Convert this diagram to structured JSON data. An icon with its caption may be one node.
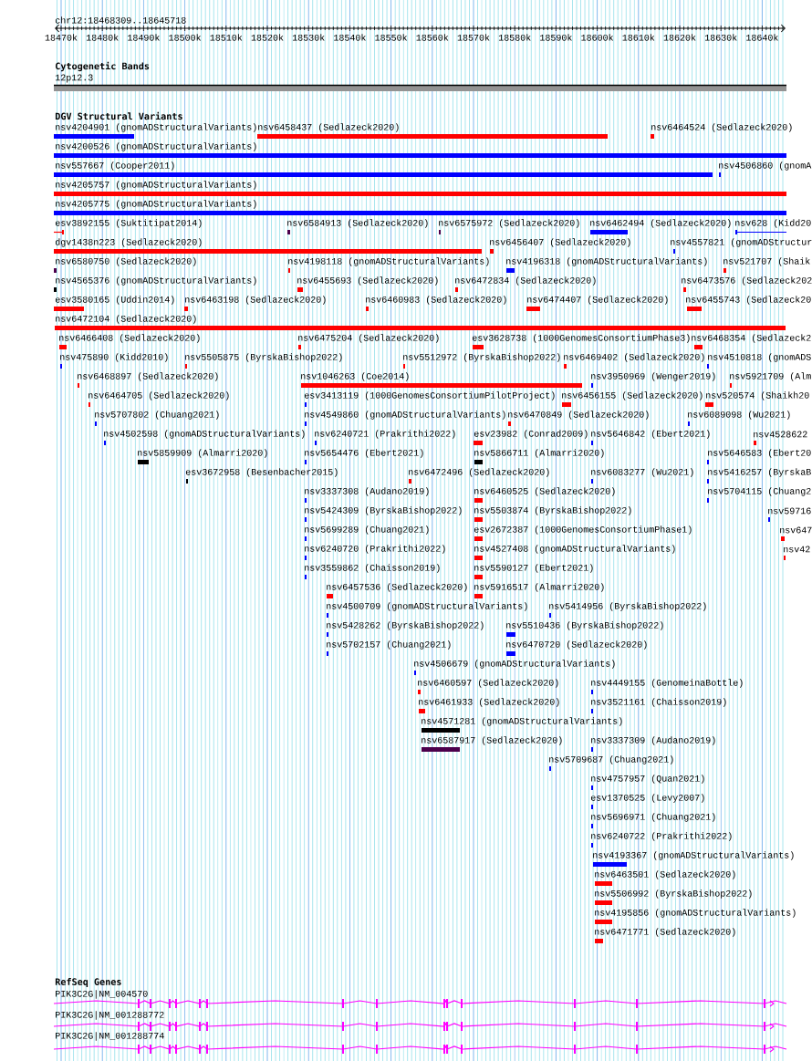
{
  "diagram": {
    "labels": [
      "chr12:18468309..18645718",
      "18470k",
      "18480k",
      "18490k",
      "18500k",
      "18510k",
      "18520k",
      "18530k",
      "18540k",
      "18550k",
      "18560k",
      "18570k",
      "18580k",
      "18590k",
      "18600k",
      "18610k",
      "18620k",
      "18630k",
      "18640k",
      "Cytogenetic Bands",
      "12p12.3",
      "DGV Structural Variants",
      "nsv4204901 (gnomADStructuralVariants)",
      "nsv6458437 (Sedlazeck2020)",
      "nsv6464524 (Sedlazeck2020)",
      "nsv4200526 (gnomADStructuralVariants)",
      "nsv557667 (Cooper2011)",
      "nsv4506860 (gnomA",
      "nsv4205757 (gnomADStructuralVariants)",
      "nsv4205775 (gnomADStructuralVariants)",
      "esv3892155 (Suktitipat2014)",
      "nsv6584913 (Sedlazeck2020)",
      "nsv6575972 (Sedlazeck2020)",
      "nsv6462494 (Sedlazeck2020)",
      "nsv628 (Kidd20",
      "dgv1438n223 (Sedlazeck2020)",
      "nsv6456407 (Sedlazeck2020)",
      "nsv4557821 (gnomADStructur",
      "nsv6580750 (Sedlazeck2020)",
      "nsv4198118 (gnomADStructuralVariants)",
      "nsv4196318 (gnomADStructuralVariants)",
      "nsv521707 (Shaik",
      "nsv4565376 (gnomADStructuralVariants)",
      "nsv6455693 (Sedlazeck2020)",
      "nsv6472834 (Sedlazeck2020)",
      "nsv6473576 (Sedlazeck202",
      "esv3580165 (Uddin2014)",
      "nsv6463198 (Sedlazeck2020)",
      "nsv6460983 (Sedlazeck2020)",
      "nsv6474407 (Sedlazeck2020)",
      "nsv6455743 (Sedlazeck20",
      "nsv6472104 (Sedlazeck2020)",
      "nsv6466408 (Sedlazeck2020)",
      "nsv6475204 (Sedlazeck2020)",
      "esv3628738 (1000GenomesConsortiumPhase3)",
      "nsv6468354 (Sedlazeck2",
      "nsv475890 (Kidd2010)",
      "nsv5505875 (ByrskaBishop2022)",
      "nsv5512972 (ByrskaBishop2022)",
      "nsv6469402 (Sedlazeck2020)",
      "nsv4510818 (gnomADS",
      "nsv6468897 (Sedlazeck2020)",
      "nsv1046263 (Coe2014)",
      "nsv3950969 (Wenger2019)",
      "nsv5921709 (Alm",
      "nsv6464705 (Sedlazeck2020)",
      "esv3413119 (1000GenomesConsortiumPilotProject)",
      "nsv6456155 (Sedlazeck2020)",
      "nsv520574 (Shaikh20",
      "nsv5707802 (Chuang2021)",
      "nsv4549860 (gnomADStructuralVariants)",
      "nsv6470849 (Sedlazeck2020)",
      "nsv6089098 (Wu2021)",
      "nsv4502598 (gnomADStructuralVariants)",
      "nsv6240721 (Prakrithi2022)",
      "esv23982 (Conrad2009)",
      "nsv5646842 (Ebert2021)",
      "nsv4528622",
      "nsv5859909 (Almarri2020)",
      "nsv5654476 (Ebert2021)",
      "nsv5866711 (Almarri2020)",
      "nsv5646583 (Ebert20",
      "esv3672958 (Besenbacher2015)",
      "nsv6472496 (Sedlazeck2020)",
      "nsv6083277 (Wu2021)",
      "nsv5416257 (ByrskaB",
      "nsv3337308 (Audano2019)",
      "nsv6460525 (Sedlazeck2020)",
      "nsv5704115 (Chuang2",
      "nsv5424309 (ByrskaBishop2022)",
      "nsv5503874 (ByrskaBishop2022)",
      "nsv59716",
      "nsv5699289 (Chuang2021)",
      "esv2672387 (1000GenomesConsortiumPhase1)",
      "nsv647",
      "nsv6240720 (Prakrithi2022)",
      "nsv4527408 (gnomADStructuralVariants)",
      "nsv42",
      "nsv3559862 (Chaisson2019)",
      "nsv5590127 (Ebert2021)",
      "nsv6457536 (Sedlazeck2020)",
      "nsv5916517 (Almarri2020)",
      "nsv4500709 (gnomADStructuralVariants)",
      "nsv5414956 (ByrskaBishop2022)",
      "nsv5428262 (ByrskaBishop2022)",
      "nsv5510436 (ByrskaBishop2022)",
      "nsv5702157 (Chuang2021)",
      "nsv6470720 (Sedlazeck2020)",
      "nsv4506679 (gnomADStructuralVariants)",
      "nsv6460597 (Sedlazeck2020)",
      "nsv4449155 (GenomeinaBottle)",
      "nsv6461933 (Sedlazeck2020)",
      "nsv3521161 (Chaisson2019)",
      "nsv4571281 (gnomADStructuralVariants)",
      "nsv6587917 (Sedlazeck2020)",
      "nsv3337309 (Audano2019)",
      "nsv5709687 (Chuang2021)",
      "nsv4757957 (Quan2021)",
      "esv1370525 (Levy2007)",
      "nsv5696971 (Chuang2021)",
      "nsv6240722 (Prakrithi2022)",
      "nsv4193367 (gnomADStructuralVariants)",
      "nsv6463501 (Sedlazeck2020)",
      "nsv5506992 (ByrskaBishop2022)",
      "nsv4195856 (gnomADStructuralVariants)",
      "nsv6471771 (Sedlazeck2020)",
      "RefSeq Genes",
      "PIK3C2G|NM_004570",
      "PIK3C2G|NM_001288772",
      "PIK3C2G|NM_001288774"
    ]
  }
}
